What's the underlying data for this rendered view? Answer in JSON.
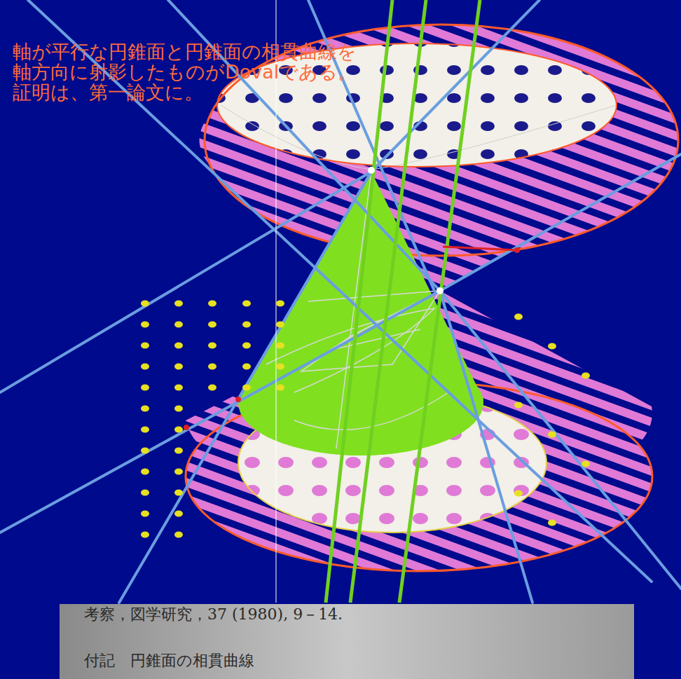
{
  "diagram": {
    "labels": [
      "軸が平行な円錐面と円錐面の相貫曲線を",
      "軸方向に射影したものがDovalである。",
      "証明は、第一論文に。",
      "考察，図学研究，37 (1980), 9－14.",
      "付記　円錐面の相貫曲線"
    ]
  }
}
